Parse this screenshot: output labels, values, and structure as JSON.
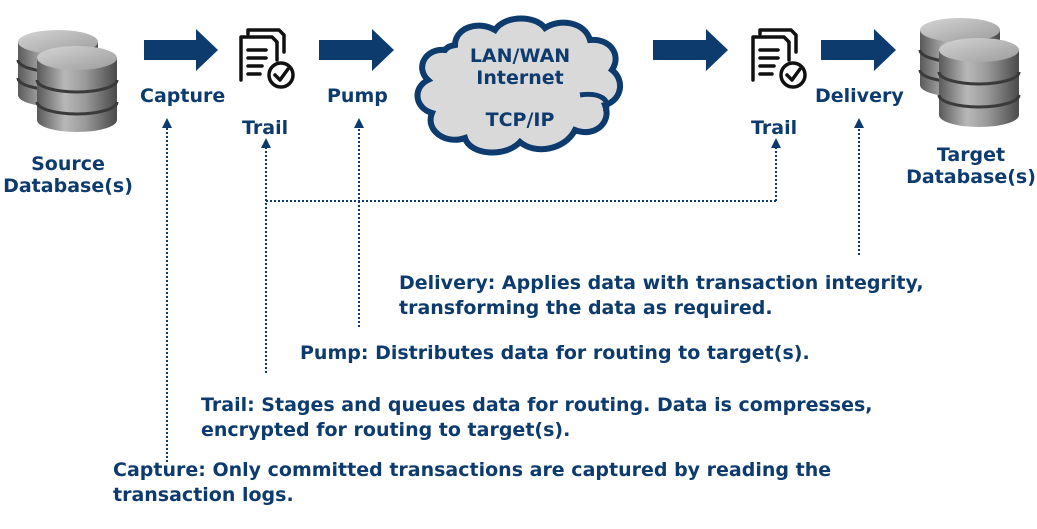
{
  "diagram": {
    "source": {
      "label_line1": "Source",
      "label_line2": "Database(s)",
      "icon": "database-icon"
    },
    "target": {
      "label_line1": "Target",
      "label_line2": "Database(s)",
      "icon": "database-icon"
    },
    "components": {
      "capture": "Capture",
      "trail_source": "Trail",
      "pump": "Pump",
      "trail_target": "Trail",
      "delivery": "Delivery"
    },
    "network": {
      "line1": "LAN/WAN",
      "line2": "Internet",
      "line3": "TCP/IP",
      "icon": "cloud-icon"
    },
    "descriptions": {
      "delivery_line1": "Delivery: Applies data with transaction integrity,",
      "delivery_line2": "transforming the data as required.",
      "pump_line1": "Pump: Distributes data for routing to target(s).",
      "trail_line1": "Trail: Stages and queues data for routing. Data is compresses,",
      "trail_line2": "encrypted for routing to target(s).",
      "capture_line1": "Capture: Only committed transactions are captured by reading the",
      "capture_line2": "transaction logs."
    },
    "colors": {
      "primary": "#0d3b6e",
      "cloud_fill": "#d9d9d9",
      "db_gray": "#8c8c8c"
    }
  }
}
